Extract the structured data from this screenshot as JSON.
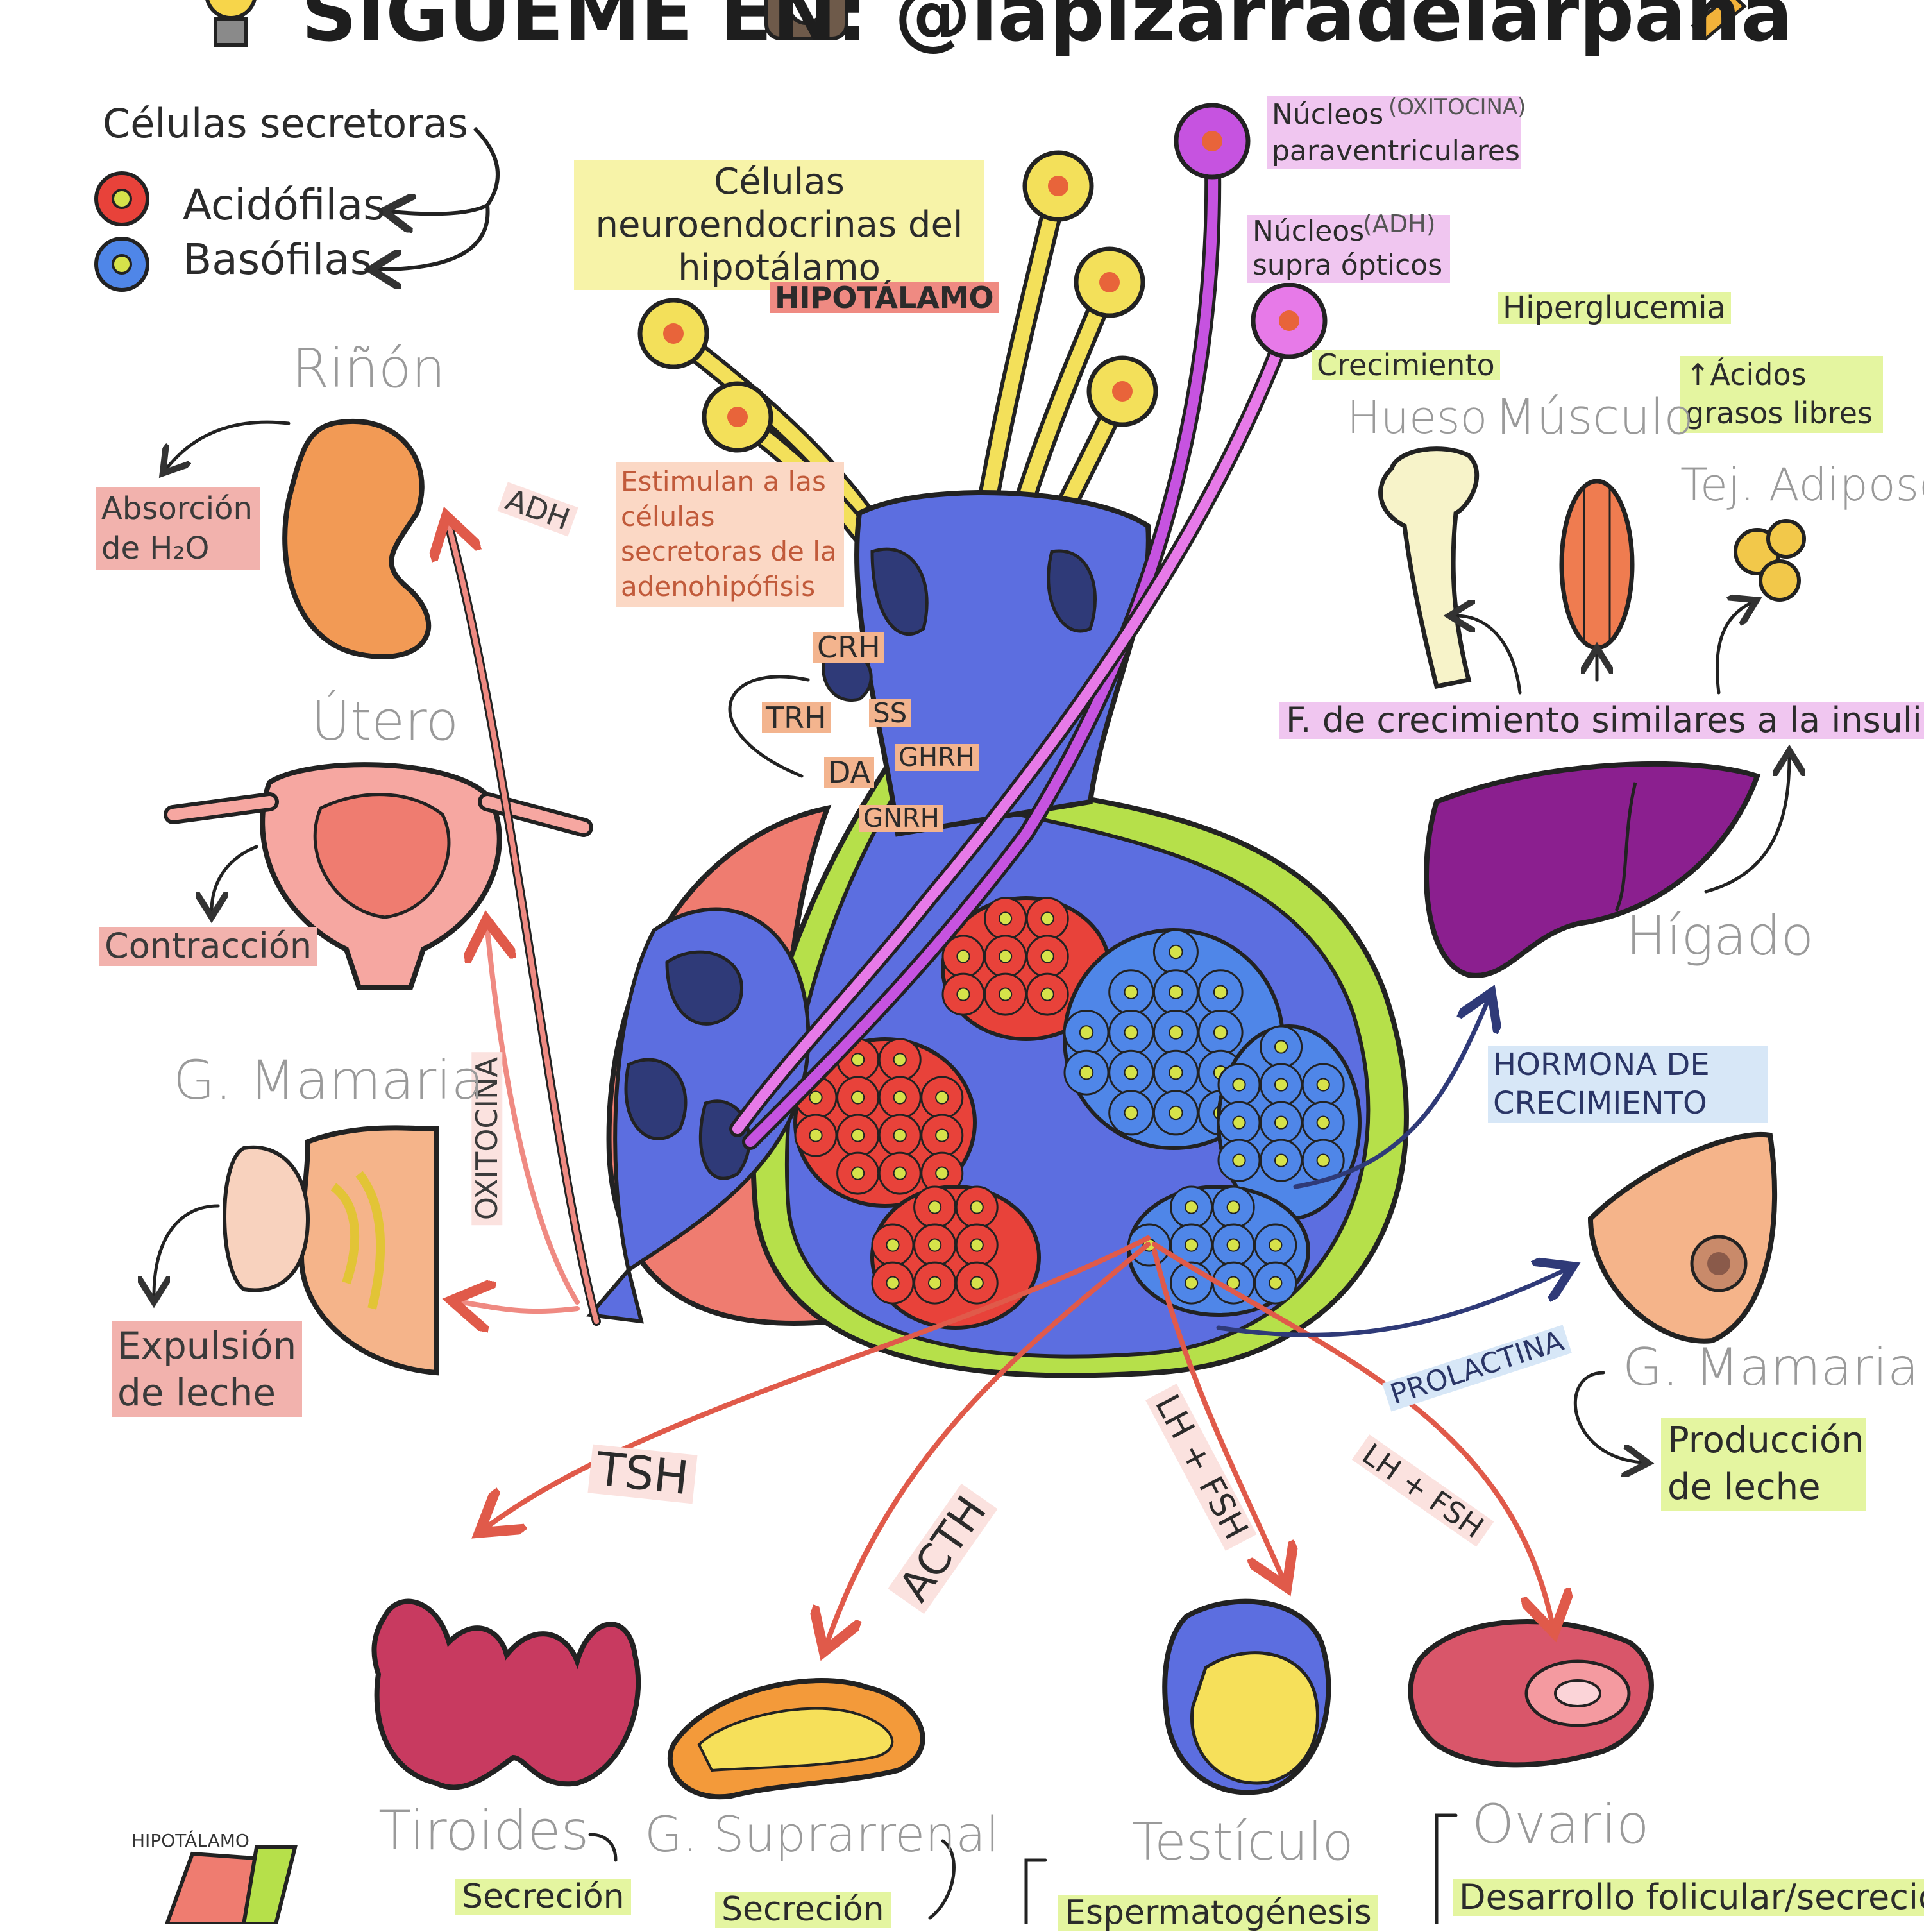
{
  "header": {
    "title": "SÍGUEME EN: @lapizarradelarpana",
    "handle": "lapizarradelarpana"
  },
  "legend": {
    "title": "Células secretoras",
    "items": [
      {
        "label": "Acidófilas",
        "color": "#e8423a"
      },
      {
        "label": "Basófilas",
        "color": "#4f86e8"
      }
    ]
  },
  "hypothalamus": {
    "neuro_cells_label": "Células neuroendocrinas del hipotálamo",
    "hipotalamo_label": "HIPOTÁLAMO",
    "paraventricular_label": "Núcleos paraventriculares",
    "paraventricular_hormone": "(OXITOCINA)",
    "supraoptic_label": "Núcleos supra ópticos",
    "supraoptic_hormone": "(ADH)",
    "stimulate_note": "Estimulan a las células secretoras de la adenohipófisis",
    "releasing_hormones": [
      "CRH",
      "TRH",
      "SS",
      "DA",
      "GHRH",
      "GNRH"
    ]
  },
  "posterior": {
    "adh": "ADH",
    "oxitocina": "OXITOCINA",
    "organs": [
      {
        "name": "Riñón",
        "effect": "Absorción de H₂O"
      },
      {
        "name": "Útero",
        "effect": "Contracción"
      },
      {
        "name": "G. Mamaria",
        "effect": "Expulsión de leche"
      }
    ]
  },
  "growth": {
    "hormone": "HORMONA DE CRECIMIENTO",
    "igf": "F. de crecimiento similares a la insulina",
    "liver": "Hígado",
    "targets": [
      {
        "name": "Hueso",
        "effect": "Crecimiento"
      },
      {
        "name": "Músculo",
        "effect": "Hiperglucemia"
      },
      {
        "name": "Tej. Adiposo",
        "effect": "↑Ácidos grasos libres"
      }
    ]
  },
  "prolactin": {
    "hormone": "PROLACTINA",
    "organ": "G. Mamaria",
    "effect": "Producción de leche"
  },
  "bottom": {
    "hormones": [
      "TSH",
      "ACTH",
      "LH + FSH",
      "LH + FSH"
    ],
    "organs": [
      {
        "name": "Tiroides",
        "effect": "Secreción"
      },
      {
        "name": "G. Suprarrenal",
        "effect": "Secreción"
      },
      {
        "name": "Testículo",
        "effect": "Espermatogénesis"
      },
      {
        "name": "Ovario",
        "effect": "Desarrollo folicular/secreción"
      }
    ],
    "mini_label": "HIPOTÁLAMO"
  },
  "colors": {
    "acidophil": "#e8423a",
    "basophil": "#4f86e8",
    "pituitary": "#5c6ee0",
    "salmon": "#ef7c70",
    "lime": "#b6e04a",
    "neuron_yellow": "#f3e05a",
    "neuron_violet": "#c653e0",
    "arrow_red": "#e05a4a",
    "arrow_navy": "#2f3a78"
  }
}
